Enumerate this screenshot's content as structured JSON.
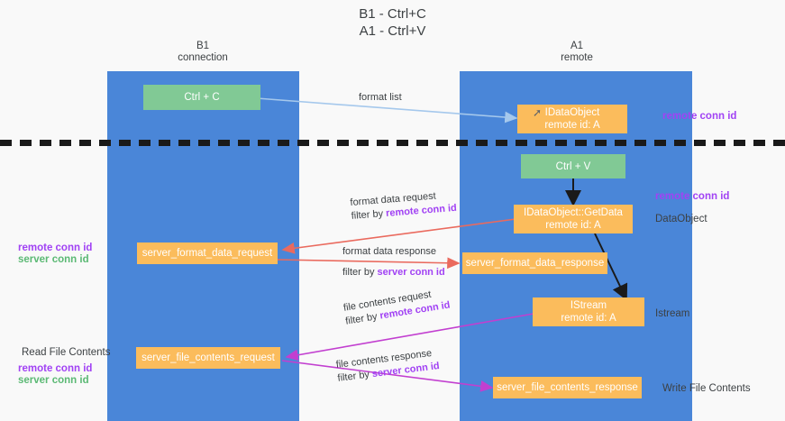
{
  "title": "B1 - Ctrl+C\nA1 - Ctrl+V",
  "colors": {
    "lane": "#4a86d8",
    "green_box": "#81c995",
    "orange_box": "#fbbc5c",
    "purple_text": "#a142f4",
    "green_text": "#5bb974",
    "blue_arrow": "#a5c8ec",
    "red_arrow": "#ea6a5e",
    "magenta_arrow": "#c23fd0",
    "black_arrow": "#1a1a1a",
    "page_bg": "#f9f9f9"
  },
  "columns": [
    {
      "name": "b1",
      "title": "B1\nconnection"
    },
    {
      "name": "a1",
      "title": "A1\nremote"
    }
  ],
  "boxes": {
    "ctrl_c": "Ctrl + C",
    "ctrl_v": "Ctrl + V",
    "idataobject": "IDataObject\nremote id: A",
    "idataobject_getdata": "IDataObject::GetData\nremote id: A",
    "istream": "IStream\nremote id: A",
    "server_format_data_request": "server_format_data_request",
    "server_format_data_response": "server_format_data_response",
    "server_file_contents_request": "server_file_contents_request",
    "server_file_contents_response": "server_file_contents_response"
  },
  "right_labels": {
    "remote_conn_id_top": "remote conn id",
    "remote_conn_id_mid": "remote conn id",
    "dataobject": "DataObject",
    "istream": "Istream",
    "write_file_contents": "Write File Contents"
  },
  "left_labels": {
    "remote_conn_id": "remote conn id",
    "server_conn_id": "server conn id",
    "read_file_contents": "Read File Contents",
    "remote_conn_id_2": "remote conn id",
    "server_conn_id_2": "server conn id"
  },
  "edges": [
    {
      "name": "format-list",
      "line1": "format list",
      "line2": "",
      "highlight": ""
    },
    {
      "name": "format-data-request",
      "line1": "format data request",
      "line2_prefix": "filter by ",
      "line2_highlight": "remote conn id",
      "highlight_color": "purple"
    },
    {
      "name": "format-data-response",
      "line1": "format data response",
      "line2_prefix": "filter by ",
      "line2_highlight": "server conn id",
      "highlight_color": "purple"
    },
    {
      "name": "file-contents-request",
      "line1": "file contents request",
      "line2_prefix": "filter by ",
      "line2_highlight": "remote conn id",
      "highlight_color": "purple"
    },
    {
      "name": "file-contents-response",
      "line1": "file contents response",
      "line2_prefix": "filter by ",
      "line2_highlight": "server conn id",
      "highlight_color": "purple"
    }
  ],
  "icons": {
    "cursor": "cursor-icon"
  }
}
